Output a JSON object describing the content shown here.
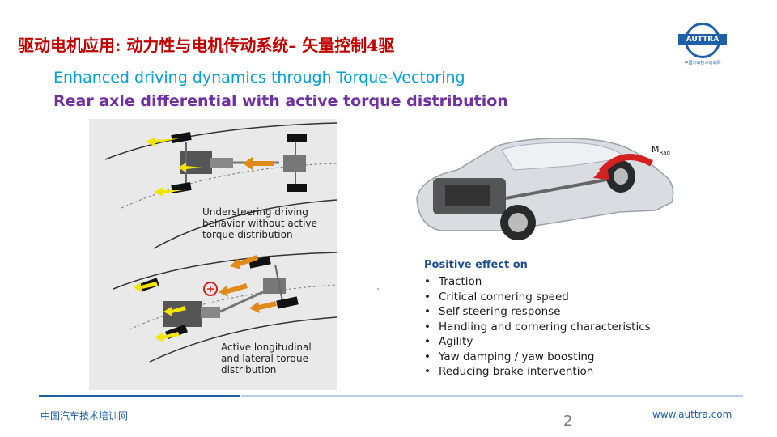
{
  "slide": {
    "title": "驱动电机应用: 动力性与电机传动系统– 矢量控制4驱",
    "subtitle_1": "Enhanced driving dynamics through Torque-Vectoring",
    "subtitle_2": "Rear axle differential with active torque distribution"
  },
  "logo": {
    "name": "AUTTRA",
    "tagline": "中国汽车技术培训网"
  },
  "diagram": {
    "caption_top": [
      "Understeering driving",
      "behavior without active",
      "torque distribution"
    ],
    "caption_bottom": [
      "Active longitudinal",
      "and lateral torque",
      "distribution"
    ]
  },
  "car_figure": {
    "moment_label": "M",
    "moment_sub": "Rad"
  },
  "effects": {
    "heading": "Positive effect on",
    "items": [
      "Traction",
      "Critical cornering speed",
      "Self-steering response",
      "Handling and cornering characteristics",
      "Agility",
      "Yaw damping / yaw boosting",
      "Reducing brake intervention"
    ]
  },
  "footer": {
    "left": "中国汽车技术培训网",
    "page": "2",
    "right": "www.auttra.com"
  },
  "colors": {
    "title": "#c00000",
    "subtitle_1": "#00a0d8",
    "subtitle_2": "#7030a0",
    "brand_blue": "#1f5fa8",
    "arrow_yellow": "#f2e600",
    "arrow_orange": "#e08a1a"
  }
}
